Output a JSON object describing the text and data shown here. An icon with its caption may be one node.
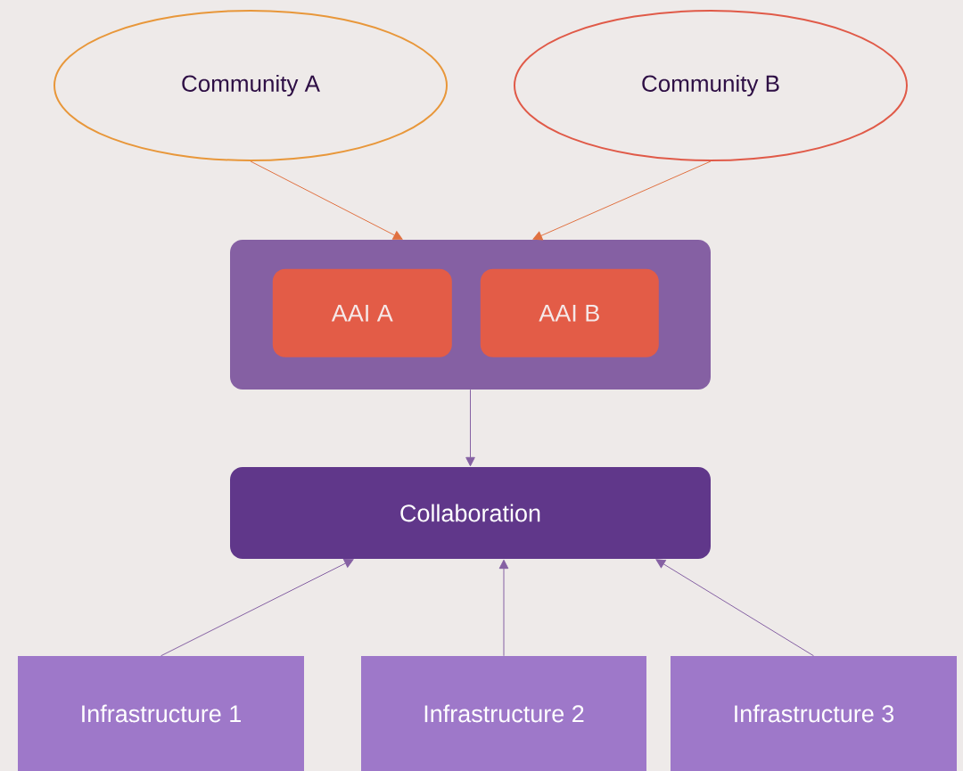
{
  "diagram": {
    "nodes": [
      {
        "text": [
          "Community A"
        ]
      },
      {
        "text": [
          "Community B"
        ]
      },
      {
        "text": [],
        "shape": "box"
      },
      {
        "text": [
          "AAI A"
        ],
        "in": 2
      },
      {
        "text": [
          "AAI B"
        ],
        "in": 2
      },
      {
        "text": [
          "Collaboration"
        ]
      },
      {
        "text": [
          "Infrastructure 1"
        ]
      },
      {
        "text": [
          "Infrastructure 2"
        ]
      },
      {
        "text": [
          "Infrastructure 3"
        ]
      }
    ],
    "edges": [
      {
        "from": 0,
        "to": 2,
        "arrow": "to",
        "color": "#e07040"
      },
      {
        "from": 1,
        "to": 2,
        "arrow": "to",
        "color": "#e07040"
      },
      {
        "from": 2,
        "to": 5,
        "arrow": "to"
      },
      {
        "from": 6,
        "to": 5,
        "arrow": "to"
      },
      {
        "from": 7,
        "to": 5,
        "arrow": "to"
      },
      {
        "from": 8,
        "to": 5,
        "arrow": "to"
      }
    ]
  }
}
